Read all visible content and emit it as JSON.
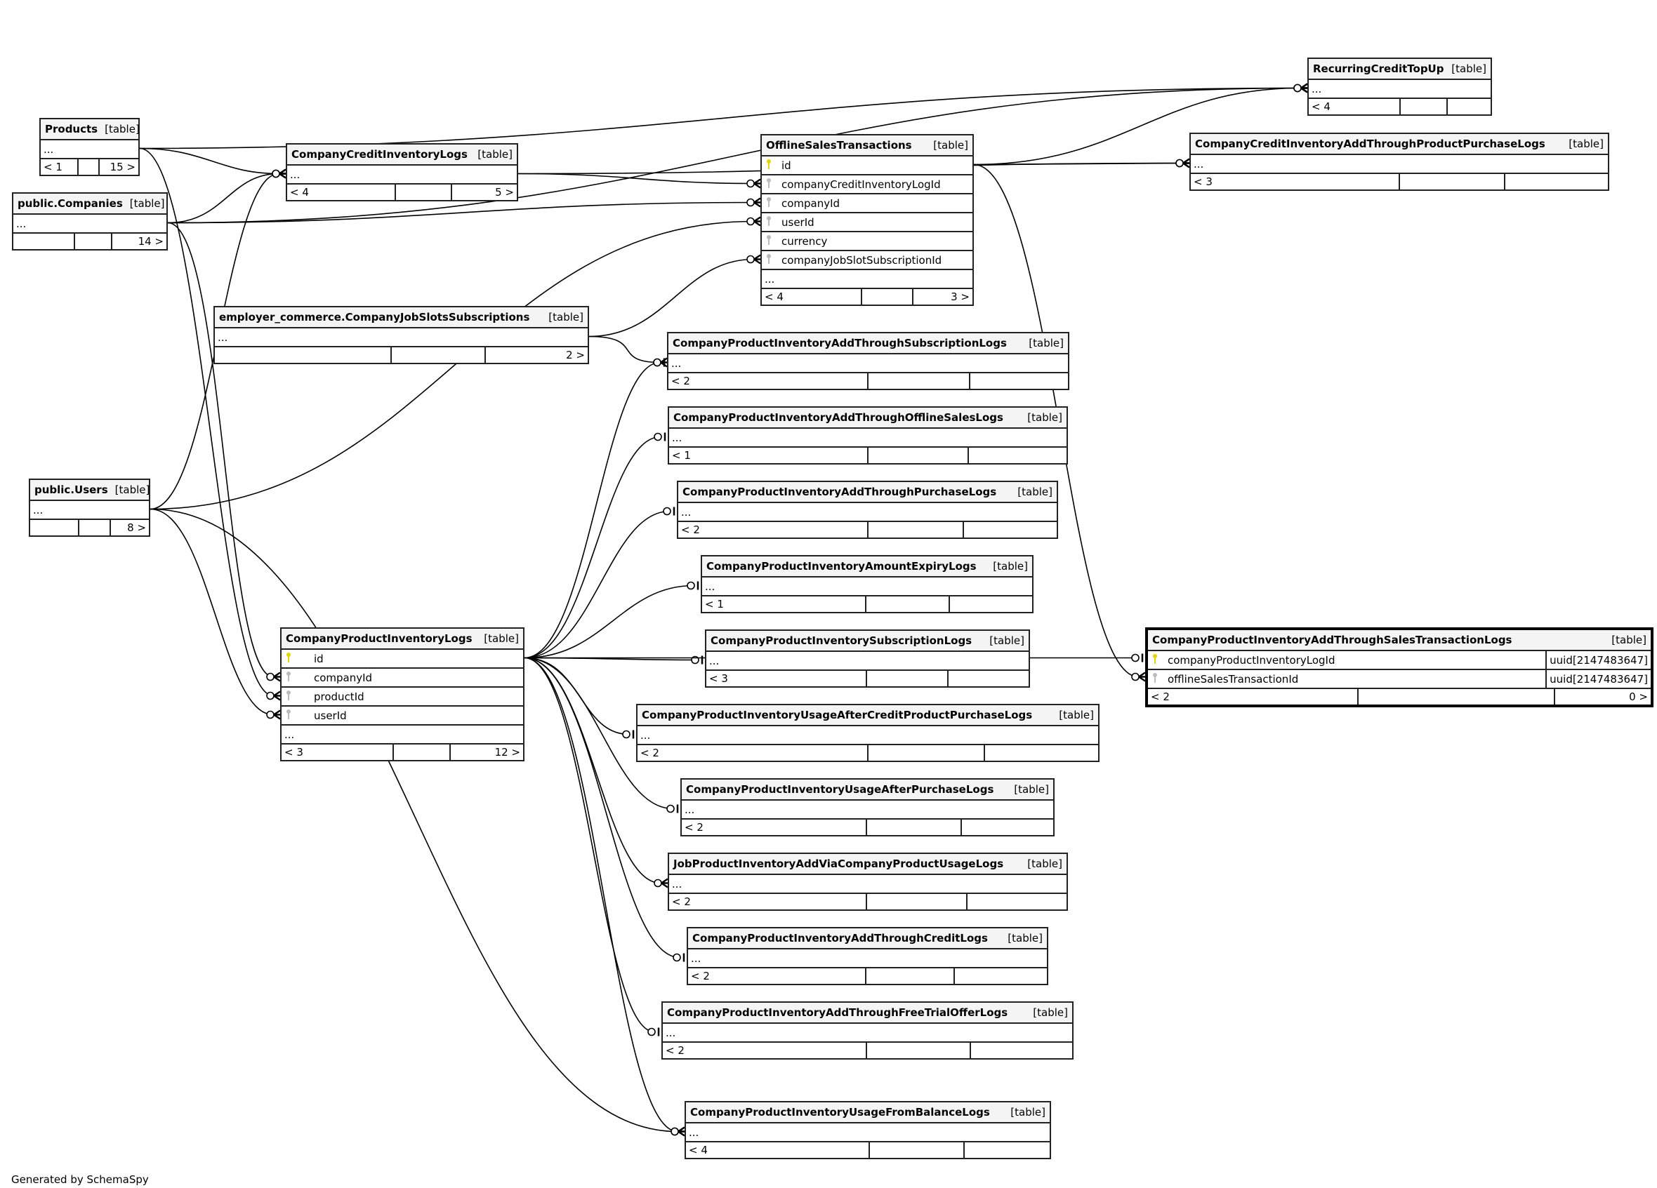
{
  "footer_text": "Generated by SchemaSpy",
  "kind_label": "[table]",
  "ellipsis": "...",
  "tables": [
    {
      "id": "products",
      "name": "Products",
      "columns": [],
      "parents": "< 1",
      "children": "15 >"
    },
    {
      "id": "companies",
      "name": "public.Companies",
      "columns": [],
      "parents": "",
      "children": "14 >"
    },
    {
      "id": "ccil",
      "name": "CompanyCreditInventoryLogs",
      "columns": [],
      "parents": "< 4",
      "children": "5 >"
    },
    {
      "id": "ost",
      "name": "OfflineSalesTransactions",
      "columns": [
        {
          "name": "id",
          "key": "pk"
        },
        {
          "name": "companyCreditInventoryLogId",
          "key": "fk"
        },
        {
          "name": "companyId",
          "key": "fk"
        },
        {
          "name": "userId",
          "key": "fk"
        },
        {
          "name": "currency",
          "key": "fk"
        },
        {
          "name": "companyJobSlotSubscriptionId",
          "key": "fk"
        }
      ],
      "parents": "< 4",
      "children": "3 >"
    },
    {
      "id": "rctu",
      "name": "RecurringCreditTopUp",
      "columns": [],
      "parents": "< 4",
      "children": ""
    },
    {
      "id": "cciatppl",
      "name": "CompanyCreditInventoryAddThroughProductPurchaseLogs",
      "columns": [],
      "parents": "< 3",
      "children": ""
    },
    {
      "id": "cjss",
      "name": "employer_commerce.CompanyJobSlotsSubscriptions",
      "columns": [],
      "parents": "",
      "children": "2 >"
    },
    {
      "id": "users",
      "name": "public.Users",
      "columns": [],
      "parents": "",
      "children": "8 >"
    },
    {
      "id": "cpil",
      "name": "CompanyProductInventoryLogs",
      "columns": [
        {
          "name": "id",
          "key": "pk"
        },
        {
          "name": "companyId",
          "key": "fk"
        },
        {
          "name": "productId",
          "key": "fk"
        },
        {
          "name": "userId",
          "key": "fk"
        }
      ],
      "parents": "< 3",
      "children": "12 >"
    },
    {
      "id": "cpiatstl",
      "name": "CompanyProductInventoryAddThroughSalesTransactionLogs",
      "columns": [
        {
          "name": "companyProductInventoryLogId",
          "key": "pk",
          "type": "uuid[2147483647]"
        },
        {
          "name": "offlineSalesTransactionId",
          "key": "fk",
          "type": "uuid[2147483647]"
        }
      ],
      "parents": "< 2",
      "children": "0 >"
    },
    {
      "id": "cpiatsl",
      "name": "CompanyProductInventoryAddThroughSubscriptionLogs",
      "columns": [],
      "parents": "< 2",
      "children": ""
    },
    {
      "id": "cpiatosl",
      "name": "CompanyProductInventoryAddThroughOfflineSalesLogs",
      "columns": [],
      "parents": "< 1",
      "children": ""
    },
    {
      "id": "cpiatpl",
      "name": "CompanyProductInventoryAddThroughPurchaseLogs",
      "columns": [],
      "parents": "< 2",
      "children": ""
    },
    {
      "id": "cpiael",
      "name": "CompanyProductInventoryAmountExpiryLogs",
      "columns": [],
      "parents": "< 1",
      "children": ""
    },
    {
      "id": "cpisl",
      "name": "CompanyProductInventorySubscriptionLogs",
      "columns": [],
      "parents": "< 3",
      "children": ""
    },
    {
      "id": "cpiuacppl",
      "name": "CompanyProductInventoryUsageAfterCreditProductPurchaseLogs",
      "columns": [],
      "parents": "< 2",
      "children": ""
    },
    {
      "id": "cpiuapl",
      "name": "CompanyProductInventoryUsageAfterPurchaseLogs",
      "columns": [],
      "parents": "< 2",
      "children": ""
    },
    {
      "id": "jpiavcpul",
      "name": "JobProductInventoryAddViaCompanyProductUsageLogs",
      "columns": [],
      "parents": "< 2",
      "children": ""
    },
    {
      "id": "cpiatcl",
      "name": "CompanyProductInventoryAddThroughCreditLogs",
      "columns": [],
      "parents": "< 2",
      "children": ""
    },
    {
      "id": "cpiatftol",
      "name": "CompanyProductInventoryAddThroughFreeTrialOfferLogs",
      "columns": [],
      "parents": "< 2",
      "children": ""
    },
    {
      "id": "cpiufbl",
      "name": "CompanyProductInventoryUsageFromBalanceLogs",
      "columns": [],
      "parents": "< 4",
      "children": ""
    }
  ],
  "relationships": [
    {
      "from": "products",
      "to": "ccil",
      "cardinality": "zero-or-many"
    },
    {
      "from": "products",
      "to": "rctu",
      "cardinality": "zero-or-many"
    },
    {
      "from": "products",
      "to": "cpil",
      "cardinality": "zero-or-many"
    },
    {
      "from": "companies",
      "to": "ccil",
      "cardinality": "zero-or-many"
    },
    {
      "from": "companies",
      "to": "ost",
      "cardinality": "zero-or-many"
    },
    {
      "from": "companies",
      "to": "rctu",
      "cardinality": "zero-or-many"
    },
    {
      "from": "companies",
      "to": "cpil",
      "cardinality": "zero-or-many"
    },
    {
      "from": "users",
      "to": "ccil",
      "cardinality": "zero-or-many"
    },
    {
      "from": "users",
      "to": "ost",
      "cardinality": "zero-or-many"
    },
    {
      "from": "users",
      "to": "cpil",
      "cardinality": "zero-or-many"
    },
    {
      "from": "users",
      "to": "cpiufbl",
      "cardinality": "zero-or-many"
    },
    {
      "from": "ccil",
      "to": "ost",
      "cardinality": "zero-or-many"
    },
    {
      "from": "ccil",
      "to": "cciatppl",
      "cardinality": "zero-or-many"
    },
    {
      "from": "ost",
      "to": "rctu",
      "cardinality": "zero-or-many"
    },
    {
      "from": "ost",
      "to": "cciatppl",
      "cardinality": "zero-or-many"
    },
    {
      "from": "ost",
      "to": "cpiatstl",
      "cardinality": "zero-or-many"
    },
    {
      "from": "cjss",
      "to": "ost",
      "cardinality": "zero-or-many"
    },
    {
      "from": "cjss",
      "to": "cpiatsl",
      "cardinality": "zero-or-many"
    },
    {
      "from": "cpil",
      "to": "cpiatsl",
      "cardinality": "zero-or-one"
    },
    {
      "from": "cpil",
      "to": "cpiatosl",
      "cardinality": "zero-or-one"
    },
    {
      "from": "cpil",
      "to": "cpiatpl",
      "cardinality": "zero-or-one"
    },
    {
      "from": "cpil",
      "to": "cpiael",
      "cardinality": "zero-or-one"
    },
    {
      "from": "cpil",
      "to": "cpisl",
      "cardinality": "zero-or-one"
    },
    {
      "from": "cpil",
      "to": "cpiuacppl",
      "cardinality": "zero-or-one"
    },
    {
      "from": "cpil",
      "to": "cpiuapl",
      "cardinality": "zero-or-one"
    },
    {
      "from": "cpil",
      "to": "jpiavcpul",
      "cardinality": "zero-or-many"
    },
    {
      "from": "cpil",
      "to": "cpiatcl",
      "cardinality": "zero-or-one"
    },
    {
      "from": "cpil",
      "to": "cpiatftol",
      "cardinality": "zero-or-one"
    },
    {
      "from": "cpil",
      "to": "cpiufbl",
      "cardinality": "zero-or-many"
    },
    {
      "from": "cpil",
      "to": "cpiatstl",
      "cardinality": "zero-or-one"
    }
  ]
}
